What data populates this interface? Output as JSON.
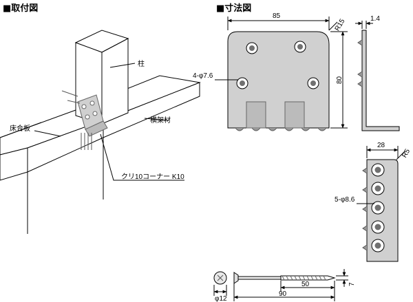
{
  "headings": {
    "install": "■取付図",
    "dimensions": "■寸法図"
  },
  "install_labels": {
    "pillar": "柱",
    "floor_board": "床合板",
    "beam": "横架材",
    "product": "クリ10コーナー K10"
  },
  "dims": {
    "width_85": "85",
    "r15": "R15",
    "thickness": "1.4",
    "height_80": "80",
    "holes_4": "4-φ7.6",
    "width_28": "28",
    "r5": "R5",
    "holes_5": "5-φ8.6",
    "screw_head": "φ12",
    "screw_total": "90",
    "screw_thread": "50",
    "screw_shaft": "7"
  },
  "colors": {
    "line": "#000000",
    "plate_fill": "#d0d0d0",
    "plate_edge": "#a8a8a8",
    "hole_ring": "#ffffff",
    "hole_center": "#707070"
  }
}
